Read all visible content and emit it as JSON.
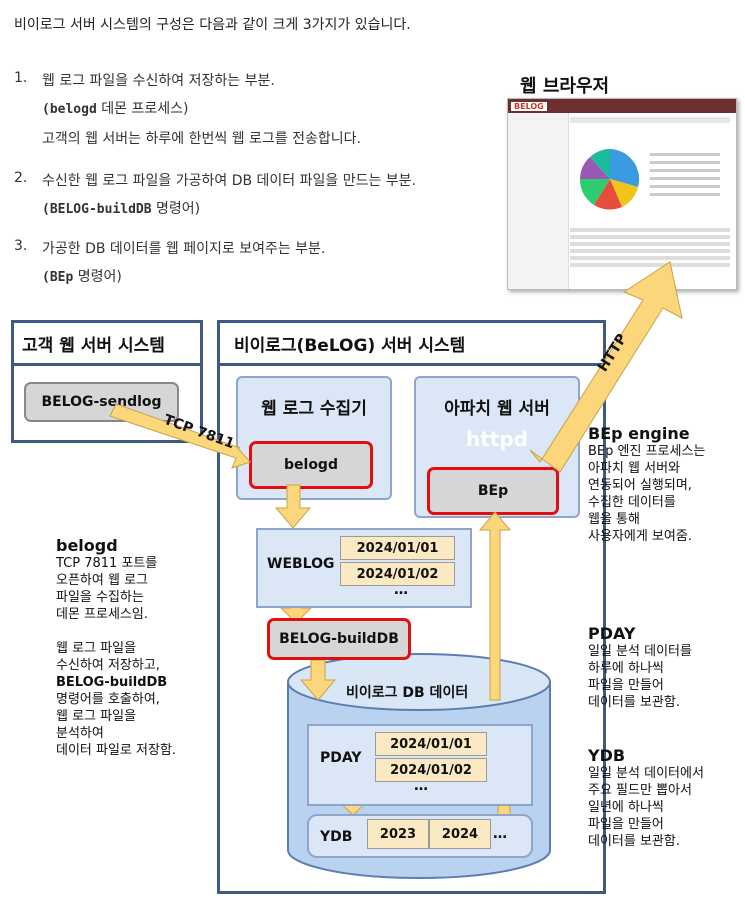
{
  "intro": "비이로그 서버 시스템의 구성은 다음과 같이 크게 3가지가 있습니다.",
  "list": [
    {
      "num": "1.",
      "line1": "웹 로그 파일을 수신하여  저장하는 부분.",
      "cmd": "(belogd",
      "cmd_suffix": "데몬 프로세스)",
      "line3": "고객의 웹 서버는 하루에 한번씩 웹 로그를 전송합니다."
    },
    {
      "num": "2.",
      "line1": "수신한 웹 로그 파일을 가공하여 DB 데이터 파일을 만드는 부분.",
      "cmd": "(BELOG-buildDB",
      "cmd_suffix": "명령어)"
    },
    {
      "num": "3.",
      "line1": "가공한 DB 데이터를 웹 페이지로 보여주는 부분.",
      "cmd": "(BEp",
      "cmd_suffix": "명령어)"
    }
  ],
  "browser": {
    "title": "웹 브라우저",
    "logo": "BELOG"
  },
  "customer": {
    "title": "고객 웹 서버 시스템",
    "sendlog": "BELOG-sendlog"
  },
  "server": {
    "title": "비이로그(BeLOG) 서버 시스템"
  },
  "collector": {
    "title": "웹 로그 수집기",
    "daemon": "belogd"
  },
  "apache": {
    "title": "아파치 웹 서버",
    "httpd": "httpd",
    "bep": "BEp"
  },
  "weblog": {
    "label": "WEBLOG",
    "dates": [
      "2024/01/01",
      "2024/01/02"
    ],
    "more": "…"
  },
  "builddb": "BELOG-buildDB",
  "db": {
    "title": "비이로그 DB 데이터"
  },
  "pday": {
    "label": "PDAY",
    "dates": [
      "2024/01/01",
      "2024/01/02"
    ],
    "more": "…"
  },
  "ydb": {
    "label": "YDB",
    "years": [
      "2023",
      "2024"
    ],
    "more": "…"
  },
  "arrows": {
    "tcp": "TCP 7811",
    "http": "HTTP"
  },
  "notes": {
    "belogd": {
      "title": "belogd",
      "lines": [
        "TCP 7811  포트를",
        "오픈하여 웹 로그",
        "파일을 수집하는",
        "데몬 프로세스임.",
        "",
        "웹 로그 파일을",
        "수신하여 저장하고,",
        "BELOG-buildDB",
        "명령어를 호출하여,",
        "웹 로그 파일을",
        "분석하여",
        "데이터 파일로 저장함."
      ]
    },
    "bep": {
      "title": "BEp  engine",
      "lines": [
        "BEp 엔진 프로세스는",
        "아파치 웹 서버와",
        "연동되어 실행되며,",
        "수집한 데이터를",
        "웹을 통해",
        "사용자에게 보여줌."
      ]
    },
    "pday": {
      "title": "PDAY",
      "lines": [
        "일일 분석 데이터를",
        "하루에 하나씩",
        "파일을 만들어",
        "데이터를 보관함."
      ]
    },
    "ydb": {
      "title": "YDB",
      "lines": [
        "일일 분석 데이터에서",
        "주요 필드만 뽑아서",
        "일년에 하나씩",
        "파일을 만들어",
        "데이터를 보관함."
      ]
    }
  },
  "colors": {
    "frame": "#3f5a82",
    "box": "#dbe6f7",
    "arrow": "#fcd67a",
    "red": "#e01010",
    "date": "#fbe9c4"
  }
}
